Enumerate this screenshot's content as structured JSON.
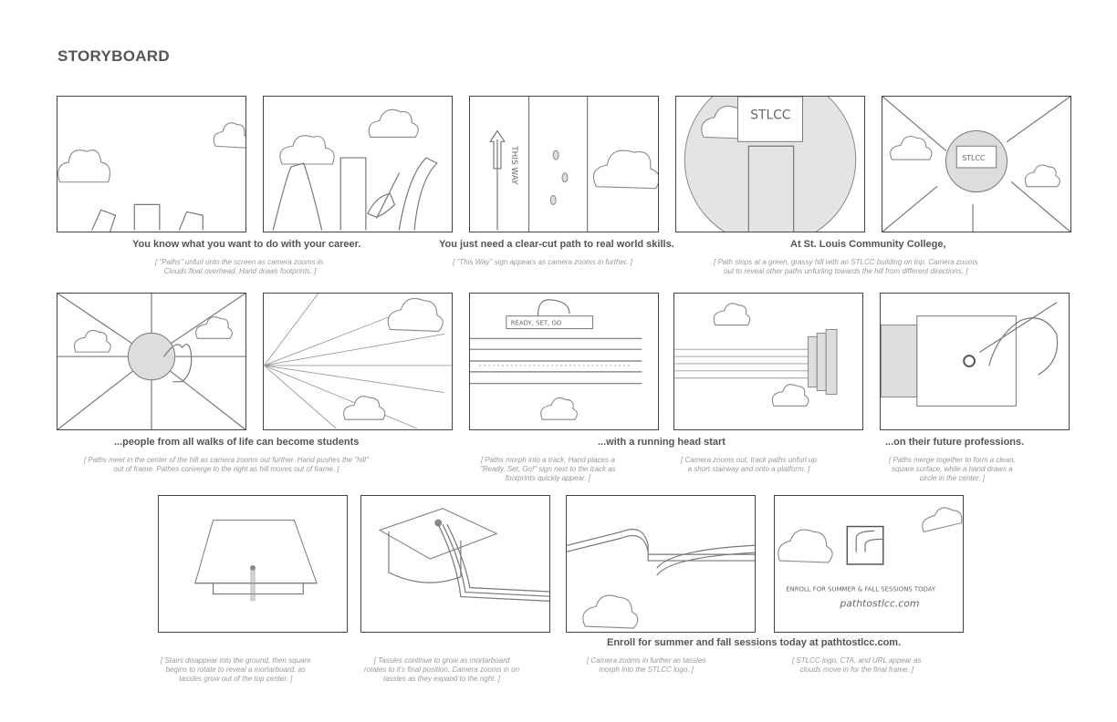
{
  "page_title": "STORYBOARD",
  "captions": {
    "row1_a": "You know what you want to do with your career.",
    "row1_b": "You just need a clear-cut path to real world skills.",
    "row1_c": "At St. Louis Community College,",
    "row2_a": "...people from all walks of life can become students",
    "row2_b": "...with a running head start",
    "row2_c": "...on their future professions.",
    "row3": "Enroll for summer and fall sessions today at pathtostlcc.com."
  },
  "notes": {
    "n1": [
      "[ \"Paths\" unfurl onto the screen as camera zooms in.",
      "Clouds float overhead. Hand draws footprints. ]"
    ],
    "n2": [
      "[ \"This Way\" sign appears as camera zooms in further. ]"
    ],
    "n3": [
      "[ Path stops at a green, grassy hill with an STLCC building on top. Camera zooms",
      "out to reveal other paths unfurling towards the hill from different directions. ]"
    ],
    "n4": [
      "[ Paths meet in the center of the hill as camera zooms out further. Hand pushes the \"hill\"",
      "out of frame. Pathes converge to the right as hill moves out of frame. ]"
    ],
    "n5": [
      "[ Paths morph into a track. Hand places a",
      "\"Ready, Set, Go!\" sign next to the track as",
      "footprints quickly appear. ]"
    ],
    "n6": [
      "[ Camera zooms out, track paths unfurl up",
      "a short stairway and onto a platform. ]"
    ],
    "n7": [
      "[ Paths merge together to form a clean,",
      "square surface, while a hand draws a",
      "circle in the center. ]"
    ],
    "n8": [
      "[ Stairs disappear into the ground, then square",
      "begins to rotate to reveal a mortarboard, as",
      "tassles grow out of the top center. ]"
    ],
    "n9": [
      "[ Tassles continue to grow as mortarboard",
      "rotates to it's final position. Camera zooms in on",
      "tassles as they expand to the right. ]"
    ],
    "n10": [
      "[ Camera zooms in further as tassles",
      "morph into the STLCC logo. ]"
    ],
    "n11": [
      "[ STLCC logo, CTA, and URL appear as",
      "clouds move in for the final frame. ]"
    ]
  },
  "sketch_text": {
    "this_way": "THIS WAY",
    "stlcc": "STLCC",
    "ready_set_go": "READY, SET, GO",
    "enroll": "ENROLL FOR SUMMER & FALL SESSIONS TODAY",
    "url": "pathtostlcc.com"
  }
}
